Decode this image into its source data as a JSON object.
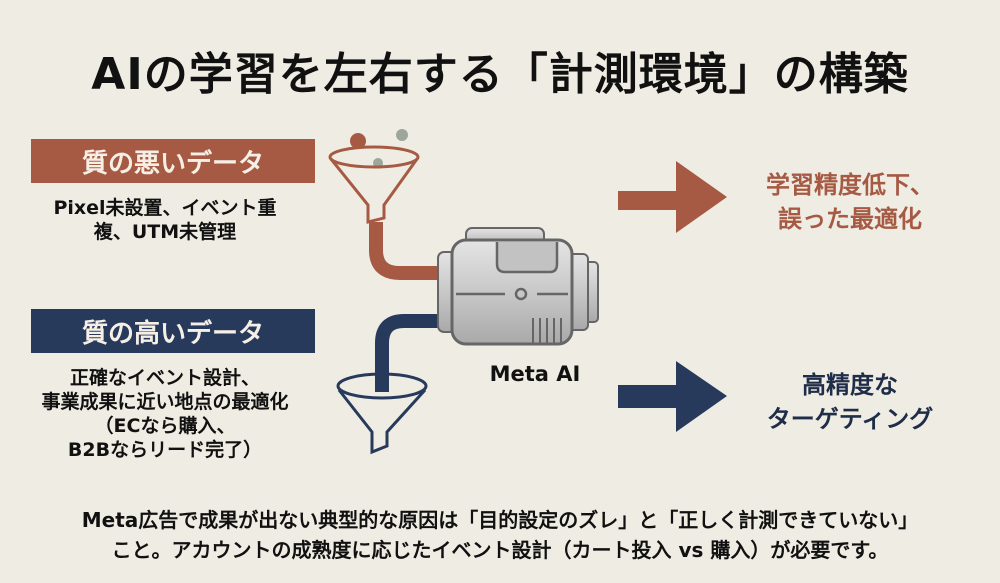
{
  "title": "AIの学習を左右する「計測環境」の構築",
  "bad_data": {
    "label": "質の悪いデータ",
    "description_lines": [
      "Pixel未設置、イベント重",
      "複、UTM未管理"
    ],
    "result_lines": [
      "学習精度低下、",
      "誤った最適化"
    ],
    "color": "#a65a44"
  },
  "good_data": {
    "label": "質の高いデータ",
    "description_lines": [
      "正確なイベント設計、",
      "事業成果に近い地点の最適化",
      "（ECなら購入、",
      "B2Bならリード完了）"
    ],
    "result_lines": [
      "高精度な",
      "ターゲティング"
    ],
    "color": "#283a5c"
  },
  "engine": {
    "label": "Meta AI",
    "icon": "machine-engine-icon"
  },
  "icons": {
    "bad_funnel": "funnel-icon",
    "good_funnel": "funnel-icon",
    "bad_arrow": "arrow-right-icon",
    "good_arrow": "arrow-right-icon"
  },
  "footer_lines": [
    "Meta広告で成果が出ない典型的な原因は「目的設定のズレ」と「正しく計測できていない」",
    "こと。アカウントの成熟度に応じたイベント設計（カート投入 vs 購入）が必要です。"
  ]
}
